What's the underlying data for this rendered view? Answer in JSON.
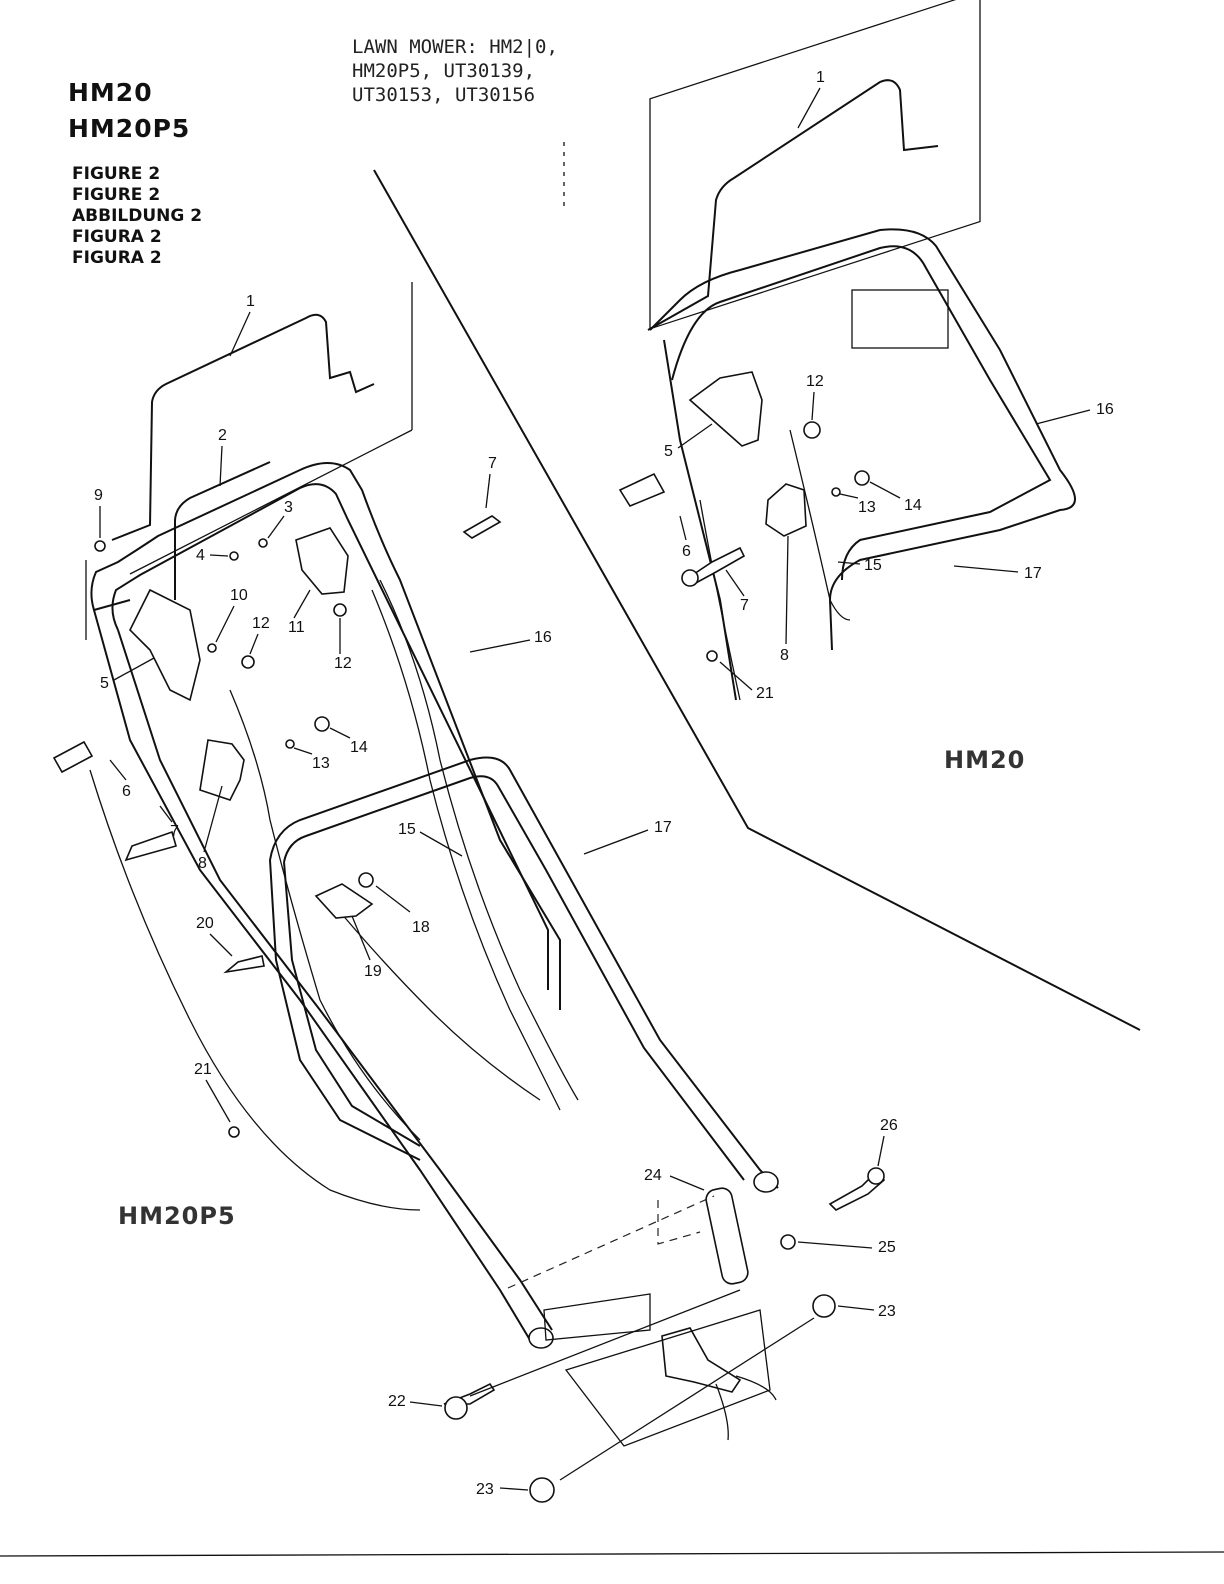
{
  "header": {
    "lines": [
      "LAWN MOWER: HM2|0,",
      "HM20P5, UT30139,",
      "UT30153, UT30156"
    ]
  },
  "models": [
    "HM20",
    "HM20P5"
  ],
  "figure_captions": [
    "FIGURE 2",
    "FIGURE 2",
    "ABBILDUNG 2",
    "FIGURA 2",
    "FIGURA 2"
  ],
  "view_labels": {
    "left": "HM20P5",
    "right": "HM20"
  },
  "callouts_left": [
    "1",
    "2",
    "3",
    "4",
    "5",
    "6",
    "7",
    "7",
    "8",
    "9",
    "10",
    "11",
    "12",
    "12",
    "13",
    "14",
    "15",
    "16",
    "17",
    "18",
    "19",
    "20",
    "21",
    "22",
    "23",
    "23",
    "24",
    "25",
    "26"
  ],
  "callouts_right": [
    "1",
    "5",
    "6",
    "7",
    "8",
    "12",
    "13",
    "14",
    "15",
    "16",
    "17",
    "21"
  ]
}
